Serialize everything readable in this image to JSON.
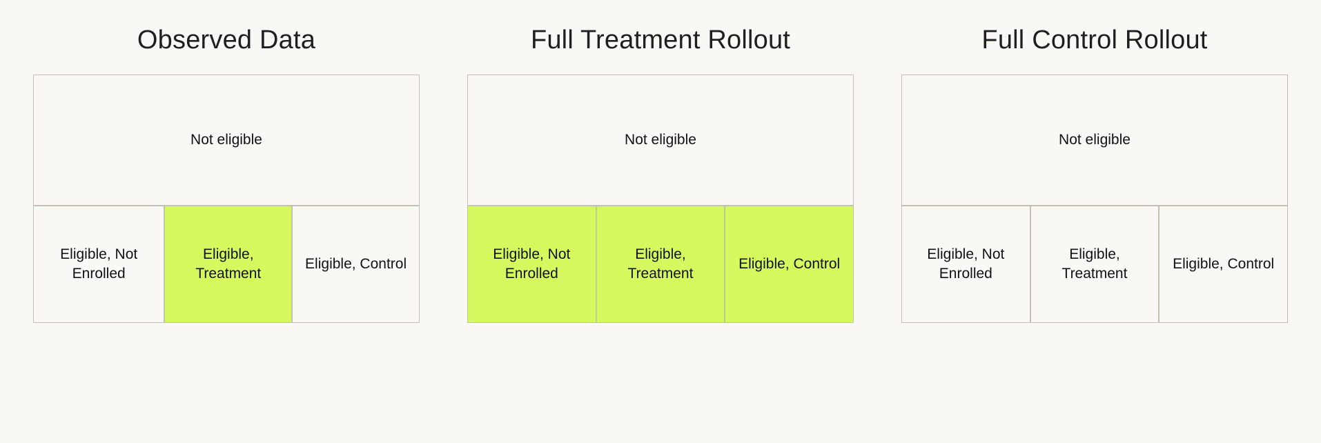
{
  "figure": {
    "background_color": "#faf8f4",
    "border_color": "#c4bfb5",
    "highlight_color": "#d6f85e",
    "text_color": "#111111"
  },
  "chart_data": {
    "type": "table",
    "title": "",
    "description": "Three stacked-segment population diagrams comparing which eligible sub-populations are covered under observed data versus full treatment and full control rollouts.",
    "segment_labels": {
      "not_eligible": "Not eligible",
      "eligible_not_enrolled": "Eligible, Not Enrolled",
      "eligible_treatment": "Eligible, Treatment",
      "eligible_control": "Eligible, Control"
    },
    "panels": [
      {
        "id": "observed",
        "title": "Observed Data",
        "rows": [
          {
            "id": "not-eligible-row",
            "cells": [
              {
                "label": "Not eligible",
                "highlighted": false,
                "span": 3
              }
            ]
          },
          {
            "id": "eligible-row",
            "cells": [
              {
                "label": "Eligible, Not Enrolled",
                "highlighted": false,
                "span": 1
              },
              {
                "label": "Eligible, Treatment",
                "highlighted": true,
                "span": 1
              },
              {
                "label": "Eligible, Control",
                "highlighted": false,
                "span": 1
              }
            ]
          }
        ]
      },
      {
        "id": "treatment",
        "title": "Full Treatment Rollout",
        "rows": [
          {
            "id": "not-eligible-row",
            "cells": [
              {
                "label": "Not eligible",
                "highlighted": false,
                "span": 3
              }
            ]
          },
          {
            "id": "eligible-row",
            "cells": [
              {
                "label": "Eligible, Not Enrolled",
                "highlighted": true,
                "span": 1
              },
              {
                "label": "Eligible, Treatment",
                "highlighted": true,
                "span": 1
              },
              {
                "label": "Eligible, Control",
                "highlighted": true,
                "span": 1
              }
            ]
          }
        ]
      },
      {
        "id": "control",
        "title": "Full Control Rollout",
        "rows": [
          {
            "id": "not-eligible-row",
            "cells": [
              {
                "label": "Not eligible",
                "highlighted": false,
                "span": 3
              }
            ]
          },
          {
            "id": "eligible-row",
            "cells": [
              {
                "label": "Eligible, Not Enrolled",
                "highlighted": false,
                "span": 1
              },
              {
                "label": "Eligible, Treatment",
                "highlighted": false,
                "span": 1
              },
              {
                "label": "Eligible, Control",
                "highlighted": false,
                "span": 1
              }
            ]
          }
        ]
      }
    ]
  }
}
